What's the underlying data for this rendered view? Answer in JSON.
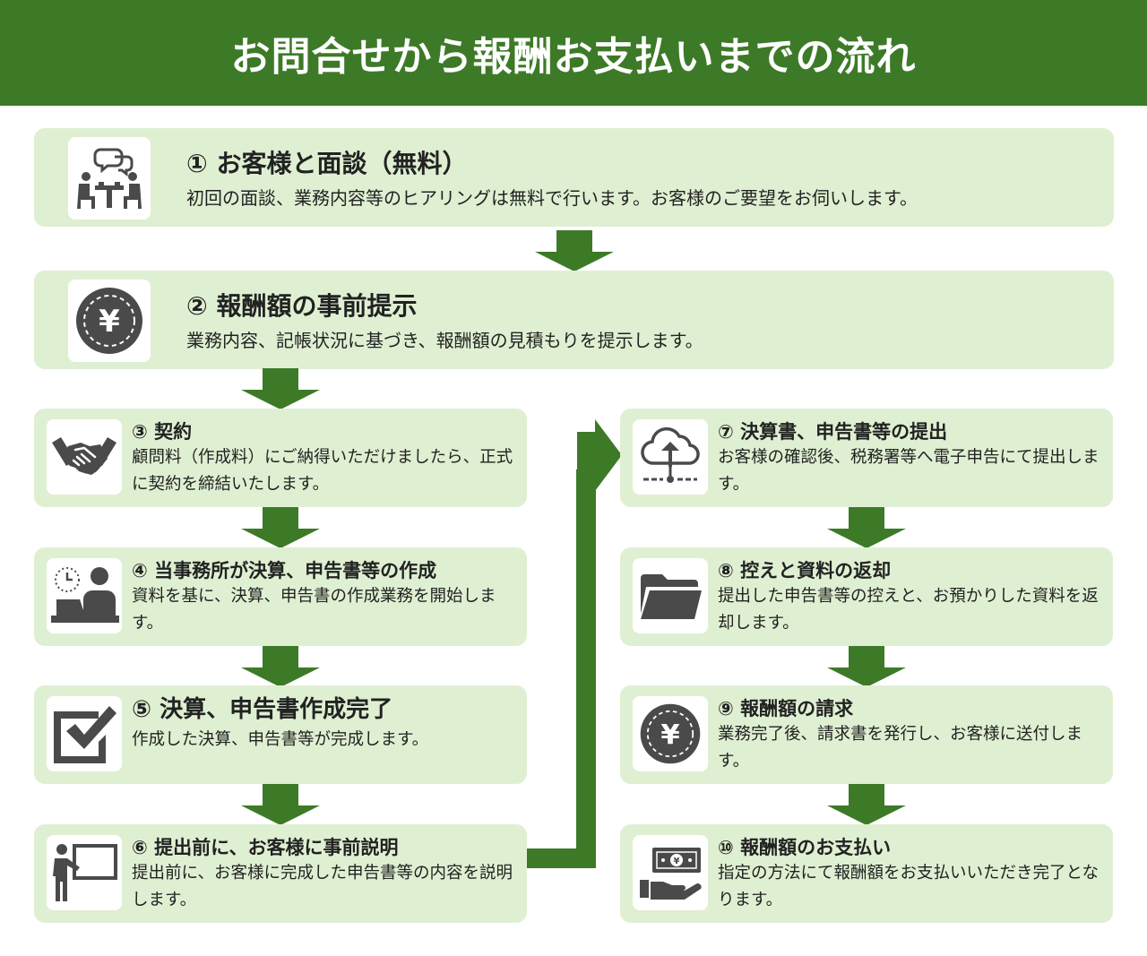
{
  "header": {
    "title": "お問合せから報酬お支払いまでの流れ"
  },
  "steps": [
    {
      "title": "① お客様と面談（無料）",
      "desc": "初回の面談、業務内容等のヒアリングは無料で行います。お客様のご要望をお伺いします。",
      "icon": "meeting-icon"
    },
    {
      "title": "② 報酬額の事前提示",
      "desc": "業務内容、記帳状況に基づき、報酬額の見積もりを提示します。",
      "icon": "yen-coin-icon"
    },
    {
      "title": "③ 契約",
      "desc": "顧問料（作成料）にご納得いただけましたら、正式に契約を締結いたします。",
      "icon": "handshake-icon"
    },
    {
      "title": "④ 当事務所が決算、申告書等の作成",
      "desc": "資料を基に、決算、申告書の作成業務を開始します。",
      "icon": "desk-work-icon"
    },
    {
      "title": "⑤ 決算、申告書作成完了",
      "desc": "作成した決算、申告書等が完成します。",
      "icon": "checkbox-icon"
    },
    {
      "title": "⑥ 提出前に、お客様に事前説明",
      "desc": "提出前に、お客様に完成した申告書等の内容を説明します。",
      "icon": "presentation-icon"
    },
    {
      "title": "⑦ 決算書、申告書等の提出",
      "desc": "お客様の確認後、税務署等へ電子申告にて提出します。",
      "icon": "cloud-upload-icon"
    },
    {
      "title": "⑧ 控えと資料の返却",
      "desc": "提出した申告書等の控えと、お預かりした資料を返却します。",
      "icon": "folder-icon"
    },
    {
      "title": "⑨ 報酬額の請求",
      "desc": "業務完了後、請求書を発行し、お客様に送付します。",
      "icon": "yen-coin-icon"
    },
    {
      "title": "⑩ 報酬額のお支払い",
      "desc": "指定の方法にて報酬額をお支払いいただき完了となります。",
      "icon": "payment-hand-icon"
    }
  ],
  "colors": {
    "header": "#3d7a28",
    "card": "#dff0d2",
    "arrow": "#3d7a28",
    "icon": "#4a4a4a"
  }
}
